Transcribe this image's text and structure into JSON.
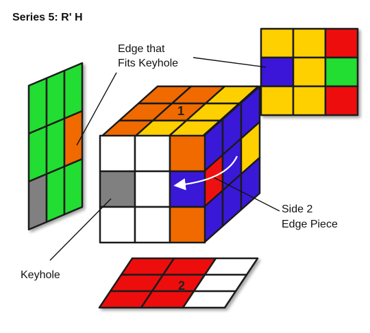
{
  "title": "Series 5: R' H",
  "labels": {
    "edge_fits_line1": "Edge that",
    "edge_fits_line2": "Fits Keyhole",
    "side2_line1": "Side 2",
    "side2_line2": "Edge Piece",
    "keyhole": "Keyhole",
    "top_number": "1",
    "bottom_number": "2"
  },
  "colors": {
    "white": "#ffffff",
    "orange": "#f06a00",
    "yellow": "#ffd000",
    "blue": "#3a18d8",
    "red": "#ee1111",
    "green": "#22dd33",
    "gray": "#808080",
    "border": "#1a1a1a"
  },
  "faces": {
    "front": [
      [
        "white",
        "white",
        "orange"
      ],
      [
        "gray",
        "white",
        "blue"
      ],
      [
        "white",
        "white",
        "orange"
      ]
    ],
    "top": [
      [
        "orange",
        "orange",
        "yellow"
      ],
      [
        "orange",
        "orange",
        "yellow"
      ],
      [
        "orange",
        "yellow",
        "yellow"
      ]
    ],
    "right": [
      [
        "blue",
        "blue",
        "blue"
      ],
      [
        "red",
        "blue",
        "yellow"
      ],
      [
        "blue",
        "blue",
        "blue"
      ]
    ],
    "left_mirror": [
      [
        "green",
        "green",
        "green"
      ],
      [
        "green",
        "green",
        "orange"
      ],
      [
        "gray",
        "green",
        "green"
      ]
    ],
    "back_mirror": [
      [
        "yellow",
        "yellow",
        "red"
      ],
      [
        "blue",
        "yellow",
        "green"
      ],
      [
        "yellow",
        "yellow",
        "red"
      ]
    ],
    "bottom_mirror": [
      [
        "red",
        "red",
        "white"
      ],
      [
        "red",
        "red",
        "white"
      ],
      [
        "red",
        "red",
        "white"
      ]
    ]
  }
}
